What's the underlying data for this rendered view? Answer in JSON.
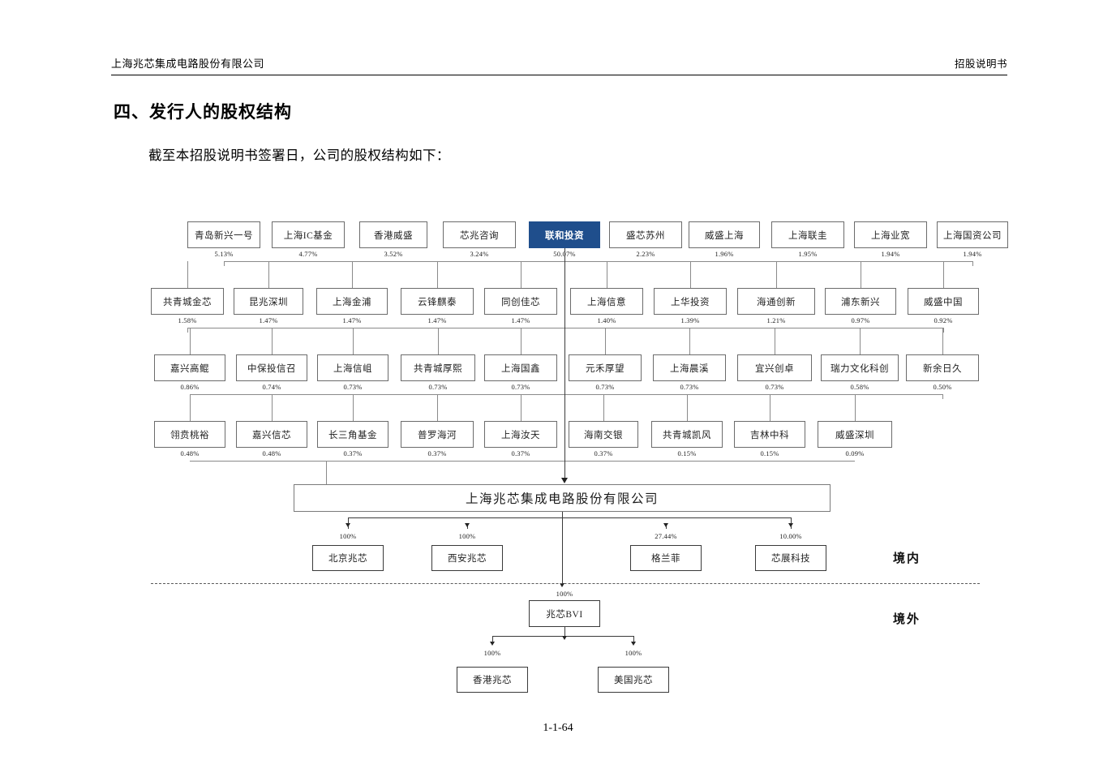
{
  "header": {
    "left": "上海兆芯集成电路股份有限公司",
    "right": "招股说明书"
  },
  "section": {
    "title": "四、发行人的股权结构",
    "intro": "截至本招股说明书签署日，公司的股权结构如下："
  },
  "footer": {
    "page_number": "1-1-64"
  },
  "colors": {
    "highlight": "#1f4e8c",
    "box_border": "#6b6b6b",
    "line": "#3a3a3a"
  },
  "zones": {
    "domestic": "境内",
    "overseas": "境外"
  },
  "chart_data": {
    "type": "diagram",
    "title": "上海兆芯集成电路股份有限公司股权结构图",
    "company": "上海兆芯集成电路股份有限公司",
    "shareholder_rows": [
      {
        "row": 1,
        "nodes": [
          {
            "name": "青岛新兴一号",
            "pct": "5.13%",
            "highlight": false
          },
          {
            "name": "上海IC基金",
            "pct": "4.77%",
            "highlight": false
          },
          {
            "name": "香港威盛",
            "pct": "3.52%",
            "highlight": false
          },
          {
            "name": "芯兆咨询",
            "pct": "3.24%",
            "highlight": false
          },
          {
            "name": "联和投资",
            "pct": "50.07%",
            "highlight": true
          },
          {
            "name": "盛芯苏州",
            "pct": "2.23%",
            "highlight": false
          },
          {
            "name": "威盛上海",
            "pct": "1.96%",
            "highlight": false
          },
          {
            "name": "上海联圭",
            "pct": "1.95%",
            "highlight": false
          },
          {
            "name": "上海业宽",
            "pct": "1.94%",
            "highlight": false
          },
          {
            "name": "上海国资公司",
            "pct": "1.94%",
            "highlight": false
          }
        ]
      },
      {
        "row": 2,
        "nodes": [
          {
            "name": "共青城金芯",
            "pct": "1.58%",
            "highlight": false
          },
          {
            "name": "昆兆深圳",
            "pct": "1.47%",
            "highlight": false
          },
          {
            "name": "上海金浦",
            "pct": "1.47%",
            "highlight": false
          },
          {
            "name": "云锋麒泰",
            "pct": "1.47%",
            "highlight": false
          },
          {
            "name": "同创佳芯",
            "pct": "1.47%",
            "highlight": false
          },
          {
            "name": "上海信意",
            "pct": "1.40%",
            "highlight": false
          },
          {
            "name": "上华投资",
            "pct": "1.39%",
            "highlight": false
          },
          {
            "name": "海通创新",
            "pct": "1.21%",
            "highlight": false
          },
          {
            "name": "浦东新兴",
            "pct": "0.97%",
            "highlight": false
          },
          {
            "name": "威盛中国",
            "pct": "0.92%",
            "highlight": false
          }
        ]
      },
      {
        "row": 3,
        "nodes": [
          {
            "name": "嘉兴高鲲",
            "pct": "0.86%",
            "highlight": false
          },
          {
            "name": "中保投信召",
            "pct": "0.74%",
            "highlight": false
          },
          {
            "name": "上海信岨",
            "pct": "0.73%",
            "highlight": false
          },
          {
            "name": "共青城厚熙",
            "pct": "0.73%",
            "highlight": false
          },
          {
            "name": "上海国鑫",
            "pct": "0.73%",
            "highlight": false
          },
          {
            "name": "元禾厚望",
            "pct": "0.73%",
            "highlight": false
          },
          {
            "name": "上海晨溪",
            "pct": "0.73%",
            "highlight": false
          },
          {
            "name": "宜兴创卓",
            "pct": "0.73%",
            "highlight": false
          },
          {
            "name": "瑞力文化科创",
            "pct": "0.58%",
            "highlight": false
          },
          {
            "name": "新余日久",
            "pct": "0.50%",
            "highlight": false
          }
        ]
      },
      {
        "row": 4,
        "nodes": [
          {
            "name": "翎贲桃裕",
            "pct": "0.48%",
            "highlight": false
          },
          {
            "name": "嘉兴信芯",
            "pct": "0.48%",
            "highlight": false
          },
          {
            "name": "长三角基金",
            "pct": "0.37%",
            "highlight": false
          },
          {
            "name": "普罗海河",
            "pct": "0.37%",
            "highlight": false
          },
          {
            "name": "上海汝天",
            "pct": "0.37%",
            "highlight": false
          },
          {
            "name": "海南交银",
            "pct": "0.37%",
            "highlight": false
          },
          {
            "name": "共青城凯风",
            "pct": "0.15%",
            "highlight": false
          },
          {
            "name": "吉林中科",
            "pct": "0.15%",
            "highlight": false
          },
          {
            "name": "威盛深圳",
            "pct": "0.09%",
            "highlight": false
          }
        ]
      }
    ],
    "subsidiaries_domestic": [
      {
        "name": "北京兆芯",
        "pct": "100%"
      },
      {
        "name": "西安兆芯",
        "pct": "100%"
      },
      {
        "name": "格兰菲",
        "pct": "27.44%"
      },
      {
        "name": "芯展科技",
        "pct": "10.00%"
      }
    ],
    "bvi": {
      "name": "兆芯BVI",
      "pct": "100%"
    },
    "subsidiaries_overseas": [
      {
        "name": "香港兆芯",
        "pct": "100%"
      },
      {
        "name": "美国兆芯",
        "pct": "100%"
      }
    ]
  }
}
